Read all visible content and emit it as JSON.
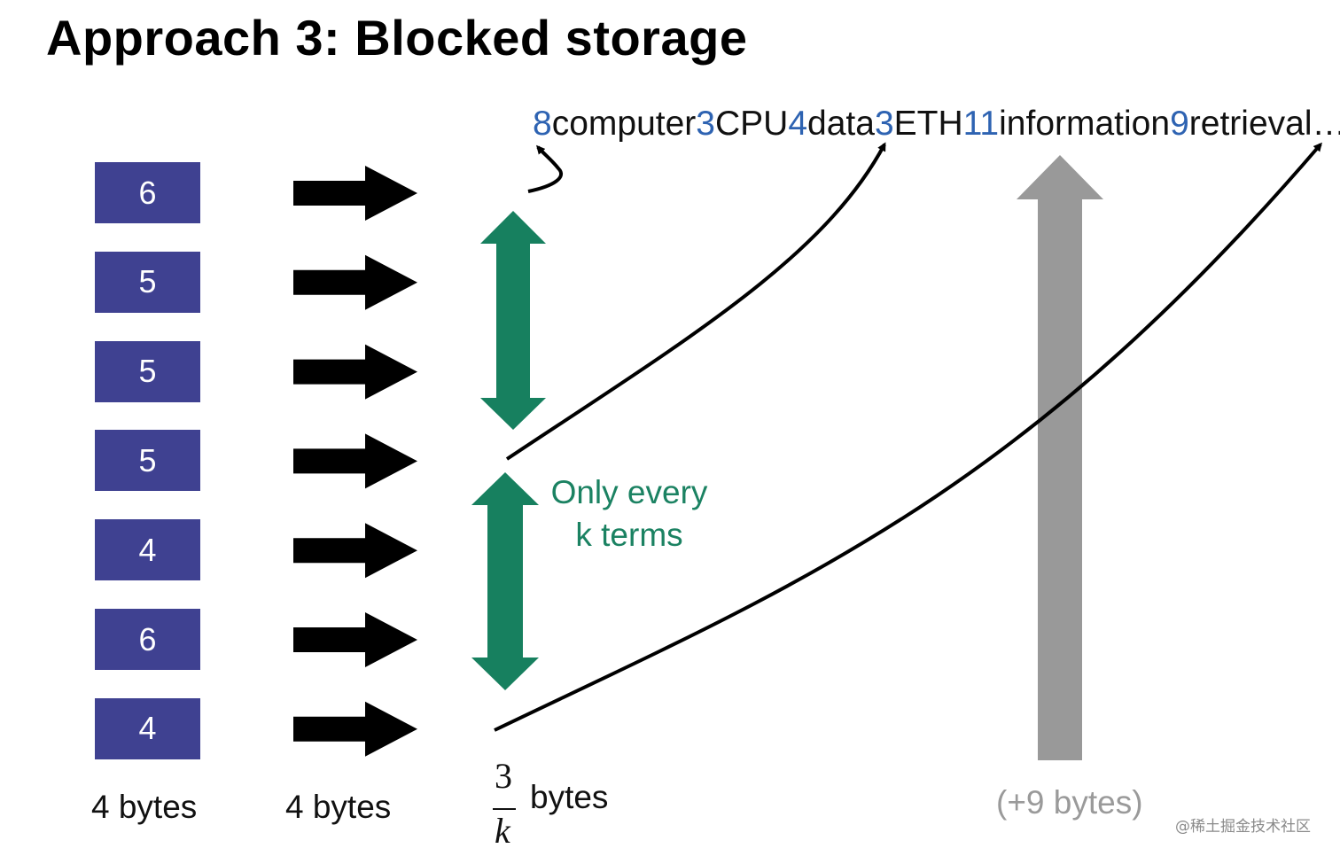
{
  "title": "Approach 3: Blocked storage",
  "term_string": [
    {
      "text": "8",
      "kind": "num"
    },
    {
      "text": "computer",
      "kind": "word"
    },
    {
      "text": "3",
      "kind": "num"
    },
    {
      "text": "CPU",
      "kind": "word"
    },
    {
      "text": "4",
      "kind": "num"
    },
    {
      "text": "data",
      "kind": "word"
    },
    {
      "text": "3",
      "kind": "num"
    },
    {
      "text": "ETH",
      "kind": "word"
    },
    {
      "text": "11",
      "kind": "num"
    },
    {
      "text": "information",
      "kind": "word"
    },
    {
      "text": "9",
      "kind": "num"
    },
    {
      "text": "retrieval…",
      "kind": "word"
    }
  ],
  "frequency_boxes": [
    "6",
    "5",
    "5",
    "5",
    "4",
    "6",
    "4"
  ],
  "labels": {
    "freq_col": "4 bytes",
    "ptr_col": "4 bytes",
    "block_ptr_suffix": "bytes",
    "block_ptr_numerator": "3",
    "block_ptr_denominator": "k",
    "length_overhead": "(+9 bytes)"
  },
  "note": {
    "line1": "Only every",
    "line2": "k terms"
  },
  "watermark": "@稀土掘金技术社区",
  "colors": {
    "box_fill": "#3f4191",
    "term_length_blue": "#2e63b2",
    "block_arrow_green": "#17805f",
    "overhead_arrow_gray": "#999999"
  }
}
